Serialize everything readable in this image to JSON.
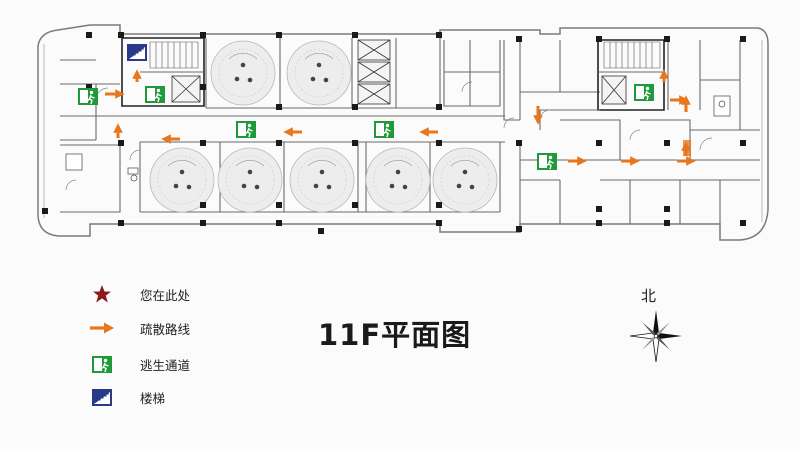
{
  "map": {
    "title": "11F平面图",
    "north_label": "北",
    "legend": [
      {
        "icon": "star-icon",
        "label": "您在此处",
        "color": "#8b1a1a"
      },
      {
        "icon": "arrow-icon",
        "label": "疏散路线",
        "color": "#e8761c"
      },
      {
        "icon": "exit-sign-icon",
        "label": "逃生通道",
        "color": "#1f9a3a"
      },
      {
        "icon": "stairs-icon",
        "label": "楼梯",
        "color": "#2a3a8a"
      }
    ],
    "colors": {
      "wall": "#6a6a6a",
      "column": "#1a1a1a",
      "route": "#e8761c",
      "exit": "#1f9a3a",
      "stairs": "#2a3a8a"
    }
  }
}
